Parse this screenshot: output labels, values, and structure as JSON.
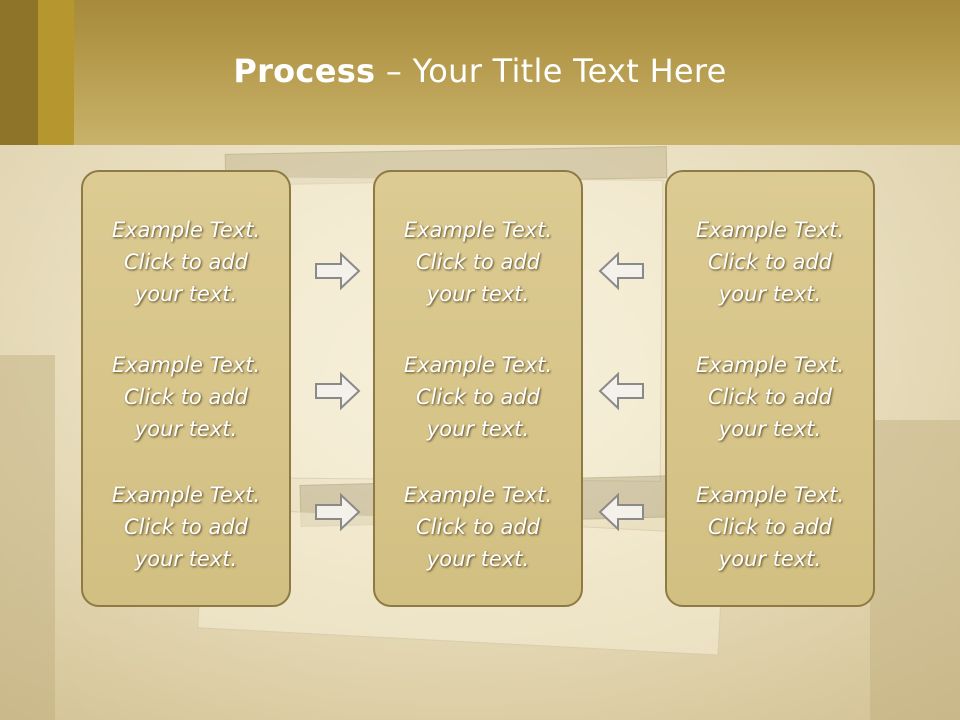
{
  "title": {
    "bold": "Process",
    "rest": " – Your Title Text Here"
  },
  "columns": [
    {
      "blocks": [
        [
          "Example Text.",
          "Click  to add",
          "your text."
        ],
        [
          "Example Text.",
          "Click  to add",
          "your text."
        ],
        [
          "Example Text.",
          "Click  to add",
          "your text."
        ]
      ]
    },
    {
      "blocks": [
        [
          "Example Text.",
          "Click  to add",
          "your text."
        ],
        [
          "Example Text.",
          "Click  to add",
          "your text."
        ],
        [
          "Example Text.",
          "Click  to add",
          "your text."
        ]
      ]
    },
    {
      "blocks": [
        [
          "Example Text.",
          "Click  to add",
          "your text."
        ],
        [
          "Example Text.",
          "Click  to add",
          "your text."
        ],
        [
          "Example Text.",
          "Click  to add",
          "your text."
        ]
      ]
    }
  ],
  "arrows": {
    "left_group": [
      "arrow-right-icon",
      "arrow-right-icon",
      "arrow-right-icon"
    ],
    "right_group": [
      "arrow-left-icon",
      "arrow-left-icon",
      "arrow-left-icon"
    ]
  },
  "colors": {
    "header": "#b59a4c",
    "box_fill": "#d6c387",
    "box_border": "#8d7a45",
    "text": "#ffffff"
  }
}
